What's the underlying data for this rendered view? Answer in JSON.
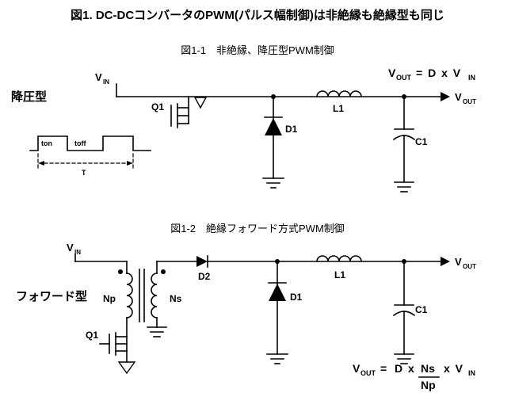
{
  "page": {
    "title": "図1. DC-DCコンバータのPWM(パルス幅制御)は非絶縁も絶縁型も同じ",
    "caption1": "図1-1　非絶縁、降圧型PWM制御",
    "caption2": "図1-2　絶縁フォワード方式PWM制御",
    "line_color": "#000000",
    "background": "#ffffff"
  },
  "buck": {
    "type_label": "降圧型",
    "vin_main": "V",
    "vin_sub": "IN",
    "vout_main": "V",
    "vout_sub": "OUT",
    "q1": "Q1",
    "d1": "D1",
    "l1": "L1",
    "c1": "C1",
    "formula_v": "V",
    "formula_v_sub": "OUT",
    "formula_rhs": "= D x V",
    "formula_rhs_sub": "IN",
    "waveform": {
      "ton": "ton",
      "toff": "toff",
      "period": "T"
    }
  },
  "forward": {
    "type_label": "フォワード型",
    "vin_main": "V",
    "vin_sub": "IN",
    "vout_main": "V",
    "vout_sub": "OUT",
    "q1": "Q1",
    "d2": "D2",
    "d1": "D1",
    "l1": "L1",
    "c1": "C1",
    "np": "Np",
    "ns": "Ns",
    "formula_v": "V",
    "formula_v_sub": "OUT",
    "formula_eq": "=",
    "formula_d": "D x",
    "formula_ns": "Ns",
    "formula_np": "Np",
    "formula_x2": "x V",
    "formula_vin_sub": "IN"
  }
}
